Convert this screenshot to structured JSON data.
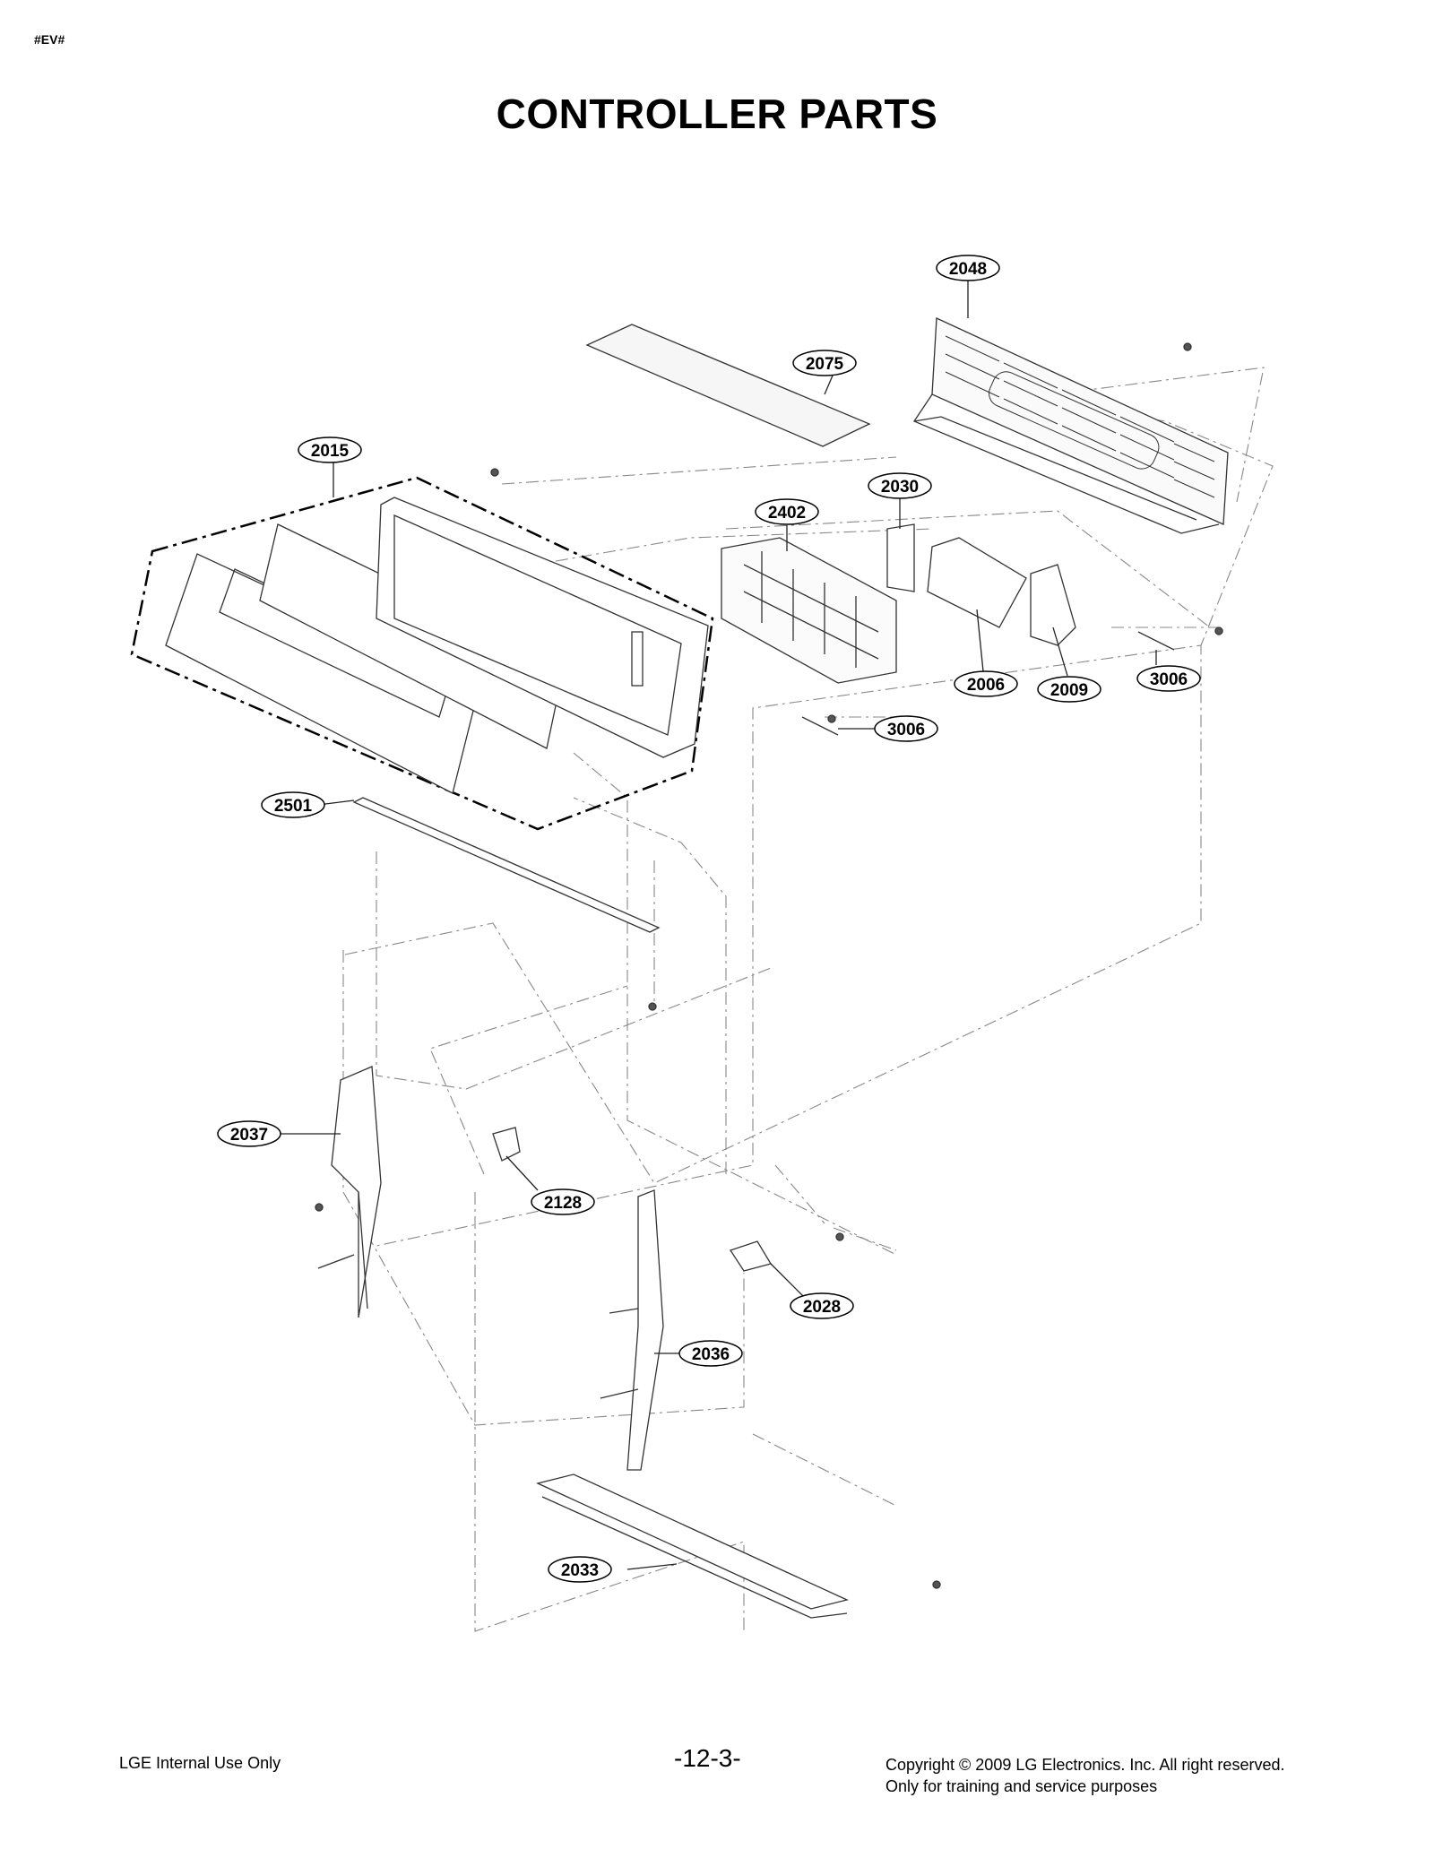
{
  "header": {
    "tag": "#EV#",
    "title": "CONTROLLER PARTS"
  },
  "parts": [
    {
      "id": "p2048",
      "label": "2048"
    },
    {
      "id": "p2075",
      "label": "2075"
    },
    {
      "id": "p2015",
      "label": "2015"
    },
    {
      "id": "p2030",
      "label": "2030"
    },
    {
      "id": "p2402",
      "label": "2402"
    },
    {
      "id": "p2006",
      "label": "2006"
    },
    {
      "id": "p2009",
      "label": "2009"
    },
    {
      "id": "p3006a",
      "label": "3006"
    },
    {
      "id": "p3006b",
      "label": "3006"
    },
    {
      "id": "p2501",
      "label": "2501"
    },
    {
      "id": "p2037",
      "label": "2037"
    },
    {
      "id": "p2128",
      "label": "2128"
    },
    {
      "id": "p2028",
      "label": "2028"
    },
    {
      "id": "p2036",
      "label": "2036"
    },
    {
      "id": "p2033",
      "label": "2033"
    }
  ],
  "footer": {
    "left": "LGE Internal Use Only",
    "center": "-12-3-",
    "right_line1": "Copyright © 2009 LG Electronics. Inc. All right reserved.",
    "right_line2": "Only for training and service purposes"
  }
}
